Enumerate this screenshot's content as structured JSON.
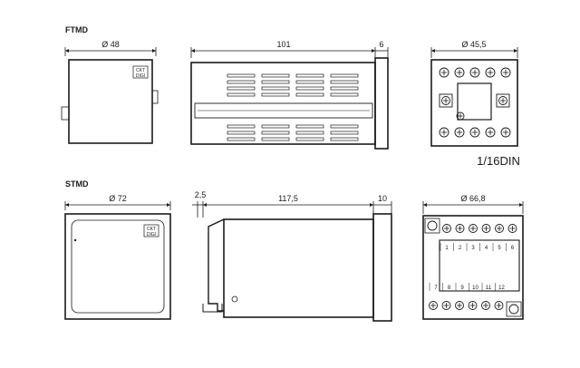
{
  "sections": {
    "top_label": "FTMD",
    "bottom_label": "STMD"
  },
  "ftmd": {
    "front_diameter": "Ø 48",
    "side_length": "101",
    "side_bezel": "6",
    "rear_diameter": "Ø 45,5",
    "din_size": "1/16DIN",
    "brand_line1": "CKT",
    "brand_line2": "DIGI"
  },
  "stmd": {
    "front_diameter": "Ø 72",
    "side_offset": "2,5",
    "side_length": "117,5",
    "side_bezel": "10",
    "rear_diameter": "Ø 66,8",
    "brand_line1": "CKT",
    "brand_line2": "DIGI",
    "terminals_top": [
      "1",
      "2",
      "3",
      "4",
      "5",
      "6"
    ],
    "terminals_bottom": [
      "7",
      "8",
      "9",
      "10",
      "11",
      "12"
    ]
  }
}
